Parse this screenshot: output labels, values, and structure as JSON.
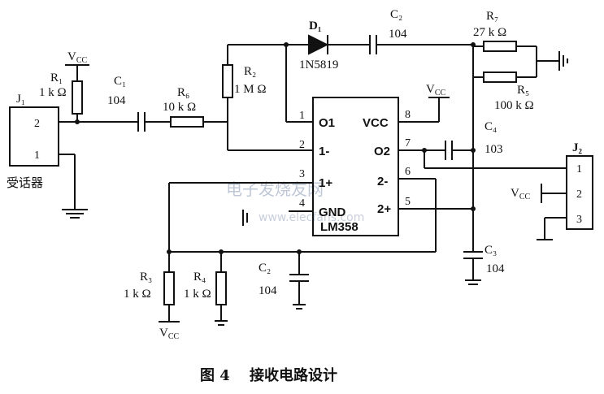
{
  "circuit": {
    "j1": {
      "ref": "J₁",
      "pins": [
        "2",
        "1"
      ],
      "name": "受话器"
    },
    "j2": {
      "ref": "J₂",
      "pins": [
        "1",
        "2",
        "3"
      ]
    },
    "vcc": "V",
    "vcc_sub": "CC",
    "r1": {
      "ref": "R₁",
      "value": "1 k Ω"
    },
    "c1": {
      "ref": "C₁",
      "value": "104"
    },
    "r6": {
      "ref": "R₆",
      "value": "10 k Ω"
    },
    "r2": {
      "ref": "R₂",
      "value": "1 M Ω"
    },
    "d1": {
      "ref": "D₁",
      "value": "1N5819"
    },
    "c2_top": {
      "ref": "C₂",
      "value": "104"
    },
    "r7": {
      "ref": "R₇",
      "value": "27 k Ω"
    },
    "r5": {
      "ref": "R₅",
      "value": "100 k Ω"
    },
    "c4": {
      "ref": "C₄",
      "value": "103"
    },
    "c3": {
      "ref": "C₃",
      "value": "104"
    },
    "c2_bottom": {
      "ref": "C₂",
      "value": "104"
    },
    "r3": {
      "ref": "R₃",
      "value": "1 k Ω"
    },
    "r4": {
      "ref": "R₄",
      "value": "1 k Ω"
    },
    "ic": {
      "part": "LM358",
      "left_pins": [
        {
          "num": "1",
          "name": "O1"
        },
        {
          "num": "2",
          "name": "1-"
        },
        {
          "num": "3",
          "name": "1+"
        },
        {
          "num": "4",
          "name": "GND"
        }
      ],
      "right_pins": [
        {
          "num": "8",
          "name": "VCC"
        },
        {
          "num": "7",
          "name": "O2"
        },
        {
          "num": "6",
          "name": "2-"
        },
        {
          "num": "5",
          "name": "2+"
        }
      ]
    }
  },
  "caption": "图 4　 接收电路设计",
  "watermark": {
    "text": "电子发烧友网",
    "url": "www.elecfans.com"
  }
}
